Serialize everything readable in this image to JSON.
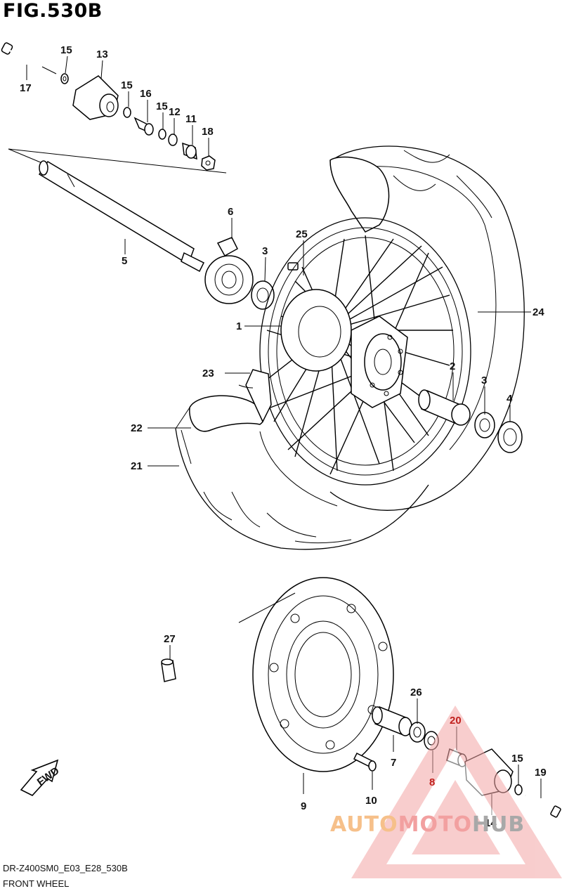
{
  "figure_title": "FIG.530B",
  "callouts": [
    {
      "id": "c15a",
      "text": "15"
    },
    {
      "id": "c13",
      "text": "13"
    },
    {
      "id": "c17",
      "text": "17"
    },
    {
      "id": "c15b",
      "text": "15"
    },
    {
      "id": "c16",
      "text": "16"
    },
    {
      "id": "c15c",
      "text": "15"
    },
    {
      "id": "c12",
      "text": "12"
    },
    {
      "id": "c11",
      "text": "11"
    },
    {
      "id": "c18",
      "text": "18"
    },
    {
      "id": "c6",
      "text": "6"
    },
    {
      "id": "c25",
      "text": "25"
    },
    {
      "id": "c3a",
      "text": "3"
    },
    {
      "id": "c5",
      "text": "5"
    },
    {
      "id": "c24",
      "text": "24"
    },
    {
      "id": "c1",
      "text": "1"
    },
    {
      "id": "c23",
      "text": "23"
    },
    {
      "id": "c2",
      "text": "2"
    },
    {
      "id": "c3b",
      "text": "3"
    },
    {
      "id": "c4",
      "text": "4"
    },
    {
      "id": "c22",
      "text": "22"
    },
    {
      "id": "c21",
      "text": "21"
    },
    {
      "id": "c27",
      "text": "27"
    },
    {
      "id": "c26",
      "text": "26"
    },
    {
      "id": "c20",
      "text": "20"
    },
    {
      "id": "c7",
      "text": "7"
    },
    {
      "id": "c15d",
      "text": "15"
    },
    {
      "id": "c19",
      "text": "19"
    },
    {
      "id": "c8",
      "text": "8"
    },
    {
      "id": "c10",
      "text": "10"
    },
    {
      "id": "c9",
      "text": "9"
    },
    {
      "id": "c14",
      "text": "14"
    }
  ],
  "badge_text": "FWD",
  "footer": {
    "code": "DR-Z400SM0_E03_E28_530B",
    "name": "FRONT WHEEL"
  },
  "watermark": {
    "part1": "AUTO",
    "part2": "MOTO",
    "part3": "HUB"
  },
  "colors": {
    "line": "#000000",
    "red_callout": "#c0201d",
    "watermark_orange": "#f6c08a",
    "watermark_red": "#f2a0a0",
    "watermark_gray": "#a8a8a8"
  }
}
